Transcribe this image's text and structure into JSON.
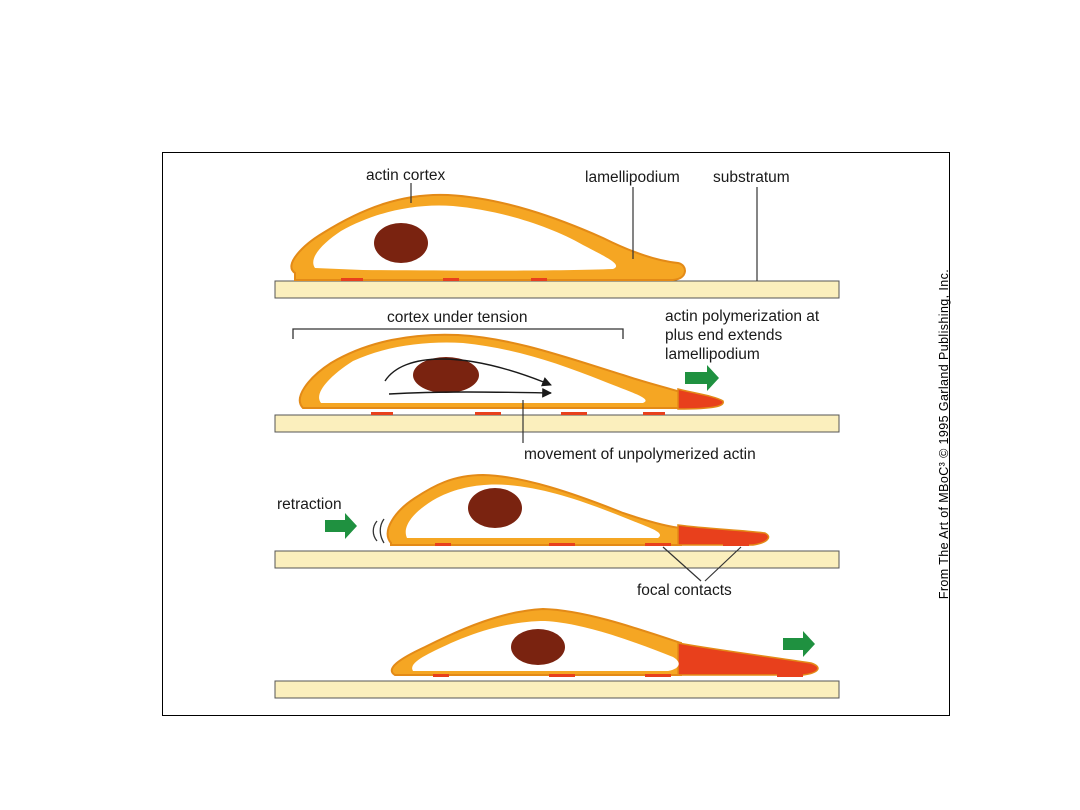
{
  "labels": {
    "actin_cortex": "actin cortex",
    "lamellipodium": "lamellipodium",
    "substratum": "substratum",
    "cortex_under_tension": "cortex under tension",
    "actin_polymerization_l1": "actin polymerization at",
    "actin_polymerization_l2": "plus end extends",
    "actin_polymerization_l3": "lamellipodium",
    "movement": "movement of unpolymerized actin",
    "retraction": "retraction",
    "focal_contacts": "focal contacts"
  },
  "credit": "From The Art of MBoC³ © 1995 Garland Publishing, Inc.",
  "colors": {
    "cortex": "#f5a623",
    "cell_outline": "#e38a17",
    "cytoplasm": "#ffffff",
    "nucleus": "#7a2310",
    "polymerized_actin": "#e8401c",
    "substratum": "#fbefbd",
    "arrow": "#1f9140"
  }
}
